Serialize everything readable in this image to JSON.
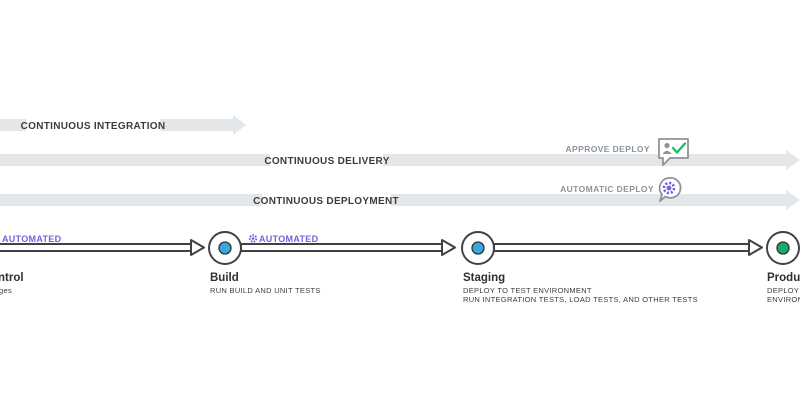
{
  "bands": {
    "integration": "CONTINUOUS INTEGRATION",
    "delivery": "CONTINUOUS DELIVERY",
    "deployment": "CONTINUOUS DEPLOYMENT"
  },
  "actions": {
    "approve": "APPROVE DEPLOY",
    "automatic": "AUTOMATIC DEPLOY"
  },
  "pipeline": {
    "automated_1": "AUTOMATED",
    "automated_2": "AUTOMATED",
    "stages": [
      {
        "title": "ntrol",
        "lines": [
          "ges"
        ]
      },
      {
        "title": "Build",
        "lines": [
          "RUN BUILD AND UNIT TESTS"
        ]
      },
      {
        "title": "Staging",
        "lines": [
          "DEPLOY TO TEST ENVIRONMENT",
          "RUN INTEGRATION TESTS, LOAD TESTS, AND OTHER TESTS"
        ]
      },
      {
        "title": "Produ",
        "lines": [
          "DEPLOY T",
          "ENVIRON"
        ]
      }
    ]
  },
  "icons": [
    "approve-deploy-icon",
    "automatic-deploy-icon",
    "gear-icon"
  ],
  "colors": {
    "band": "#e4e7ea",
    "arrow_stroke": "#3f4244",
    "automated": "#7b5de0",
    "node_blue": "#3aa8df",
    "node_green": "#1aab6a",
    "check_green": "#1fbf6a"
  }
}
